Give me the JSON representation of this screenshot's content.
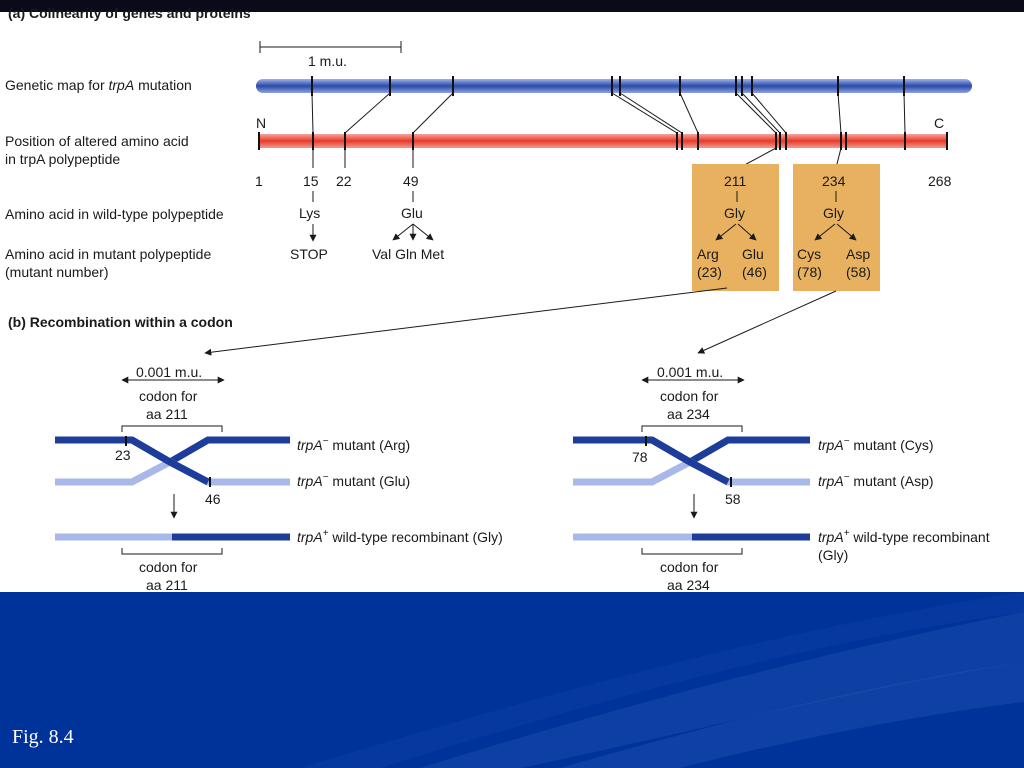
{
  "part_a": {
    "title": "(a)  Colinearity of genes and proteins",
    "scale_label": "1 m.u.",
    "genetic_map_label": "Genetic map for",
    "genetic_map_label_gene": "trpA",
    "genetic_map_label_end": "mutation",
    "position_label_line1": "Position of altered amino acid",
    "position_label_line2": "in trpA polypeptide",
    "n_label": "N",
    "c_label": "C",
    "positions": [
      "1",
      "15",
      "22",
      "49",
      "211",
      "234",
      "268"
    ],
    "wildtype_label": "Amino acid in wild-type polypeptide",
    "mutant_label_line1": "Amino acid in mutant polypeptide",
    "mutant_label_line2": "(mutant number)",
    "aa15": {
      "wild": "Lys",
      "mutant": "STOP"
    },
    "aa49": {
      "wild": "Glu",
      "mutants": "Val Gln Met"
    },
    "aa211": {
      "wild": "Gly",
      "mut1": "Arg",
      "mut1_num": "(23)",
      "mut2": "Glu",
      "mut2_num": "(46)"
    },
    "aa234": {
      "wild": "Gly",
      "mut1": "Cys",
      "mut1_num": "(78)",
      "mut2": "Asp",
      "mut2_num": "(58)"
    }
  },
  "part_b": {
    "title": "(b)  Recombination within a codon",
    "left": {
      "scale": "0.001 m.u.",
      "codon_top_1": "codon for",
      "codon_top_2": "aa 211",
      "mutant1_num": "23",
      "mutant2_num": "46",
      "label1_gene": "trpA",
      "label1_sup": "−",
      "label1_rest": " mutant (Arg)",
      "label2_gene": "trpA",
      "label2_sup": "−",
      "label2_rest": " mutant (Glu)",
      "label3_gene": "trpA",
      "label3_sup": "+",
      "label3_rest": " wild-type recombinant (Gly)",
      "codon_bottom_1": "codon for",
      "codon_bottom_2": "aa 211"
    },
    "right": {
      "scale": "0.001 m.u.",
      "codon_top_1": "codon for",
      "codon_top_2": "aa 234",
      "mutant1_num": "78",
      "mutant2_num": "58",
      "label1_gene": "trpA",
      "label1_sup": "−",
      "label1_rest": " mutant (Cys)",
      "label2_gene": "trpA",
      "label2_sup": "−",
      "label2_rest": " mutant (Asp)",
      "label3_gene": "trpA",
      "label3_sup": "+",
      "label3_rest": " wild-type recombinant",
      "label3_line2": "(Gly)",
      "codon_bottom_1": "codon for",
      "codon_bottom_2": "aa 234"
    }
  },
  "caption": "Fig. 8.4",
  "colors": {
    "slide_blue": "#00339a",
    "map_blue": "#2a4aa8",
    "polypeptide_red": "#e83a2a",
    "box_orange": "#e8b160",
    "dark_strand": "#1e3c9a",
    "light_strand": "#a8b8e8"
  }
}
